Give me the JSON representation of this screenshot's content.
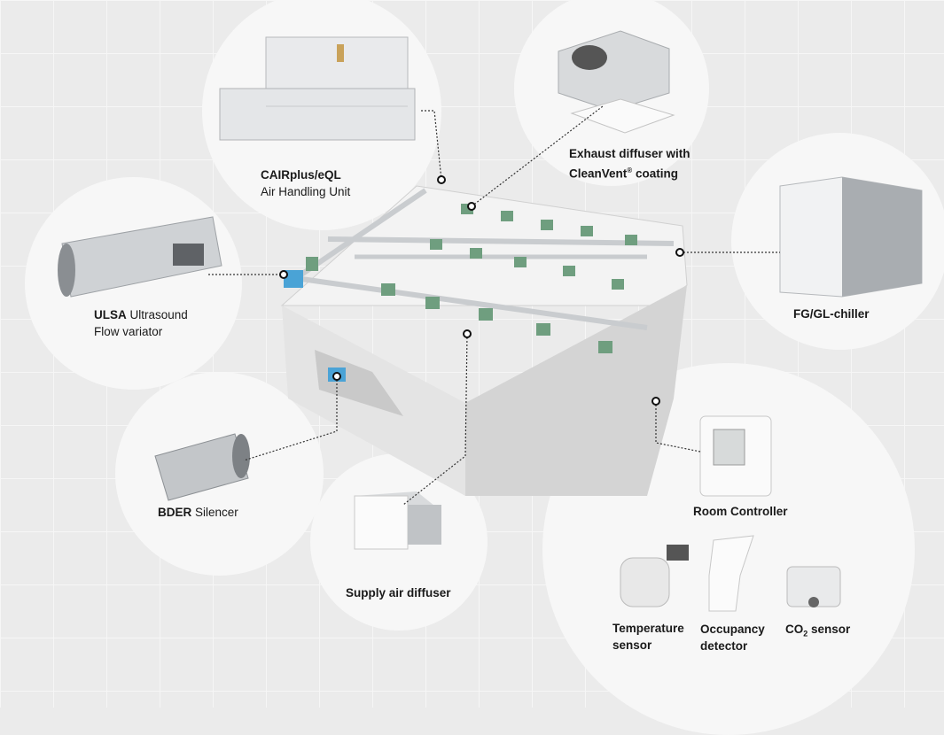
{
  "labels": {
    "ahu_bold": "CAIRplus/eQL",
    "ahu_sub": "Air Handling Unit",
    "exhaust_line1": "Exhaust diffuser with",
    "exhaust_line2_a": "CleanVent",
    "exhaust_line2_sup": "®",
    "exhaust_line2_b": " coating",
    "ulsa_bold": "ULSA",
    "ulsa_rest": " Ultrasound",
    "ulsa_line2": "Flow variator",
    "chiller": "FG/GL-chiller",
    "bder_bold": "BDER",
    "bder_rest": " Silencer",
    "supply": "Supply air diffuser",
    "room_controller": "Room Controller",
    "temp_line1": "Temperature",
    "temp_line2": "sensor",
    "occ_line1": "Occupancy",
    "occ_line2": "detector",
    "co2_a": "CO",
    "co2_sub": "2",
    "co2_b": " sensor"
  },
  "colors": {
    "background": "#ebebeb",
    "circle": "#f7f7f7",
    "diffuser_green": "#6f9e7f",
    "duct": "#c9cccf"
  }
}
